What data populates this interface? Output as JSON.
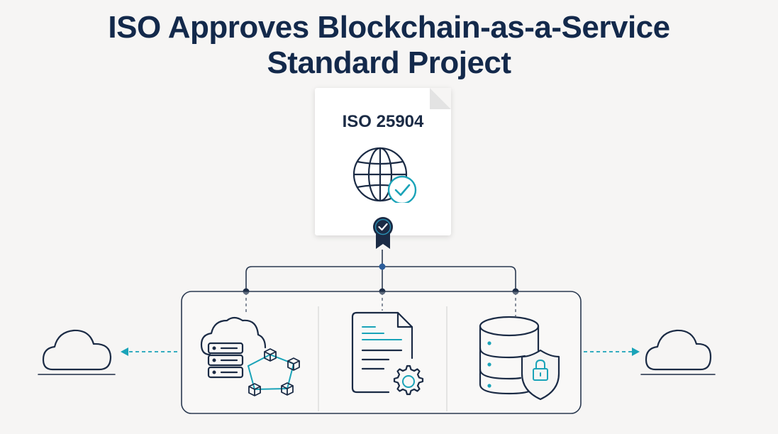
{
  "title": {
    "line1": "ISO Approves Blockchain-as-a-Service",
    "line2": "Standard Project"
  },
  "document": {
    "label": "ISO 25904",
    "icon": "globe-check-icon",
    "seal_icon": "certified-ribbon-icon"
  },
  "panels": [
    {
      "icon": "cloud-servers-blockchain-icon"
    },
    {
      "icon": "document-gear-icon"
    },
    {
      "icon": "database-shield-lock-icon"
    }
  ],
  "external": {
    "left_icon": "cloud-icon",
    "right_icon": "cloud-icon"
  },
  "colors": {
    "navy": "#13294b",
    "teal": "#1aa3b8",
    "line": "#2a3950",
    "background": "#f6f5f4"
  }
}
